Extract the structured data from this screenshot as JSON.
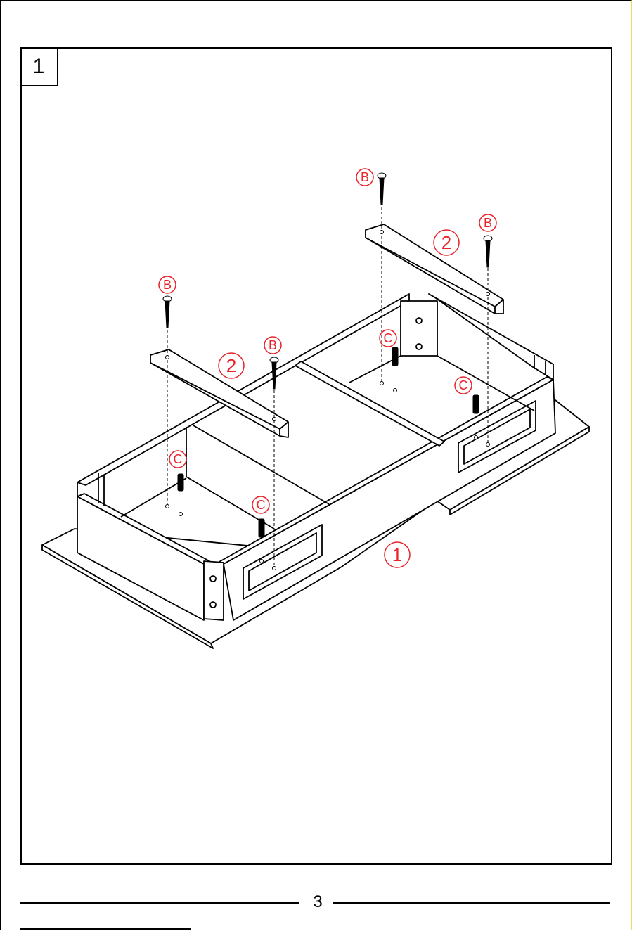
{
  "step": {
    "number": "1"
  },
  "parts": {
    "board": "1",
    "rail": "2",
    "screw": "B",
    "dowel": "C"
  },
  "colors": {
    "callout": "#e8232a",
    "lines": "#000000",
    "page_edge": "#e8e05a"
  },
  "footer": {
    "page_number": "3"
  }
}
